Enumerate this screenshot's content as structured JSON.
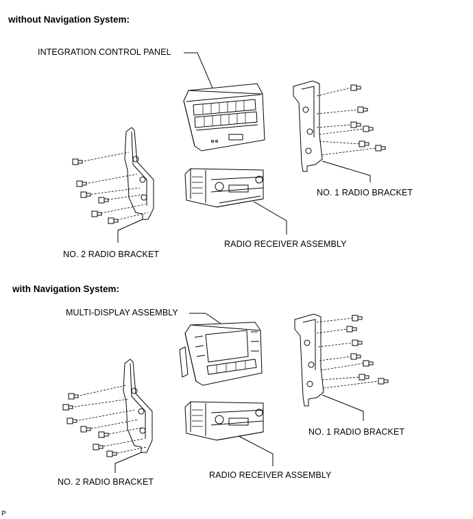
{
  "sections": {
    "without_nav": {
      "heading": "without Navigation System:",
      "labels": {
        "panel": "INTEGRATION CONTROL PANEL",
        "bracket1": "NO. 1 RADIO BRACKET",
        "receiver": "RADIO RECEIVER ASSEMBLY",
        "bracket2": "NO. 2 RADIO BRACKET"
      }
    },
    "with_nav": {
      "heading": "with Navigation System:",
      "labels": {
        "display": "MULTI-DISPLAY ASSEMBLY",
        "bracket1": "NO. 1 RADIO BRACKET",
        "receiver": "RADIO RECEIVER ASSEMBLY",
        "bracket2": "NO. 2 RADIO BRACKET"
      }
    }
  },
  "figure_id": "P"
}
